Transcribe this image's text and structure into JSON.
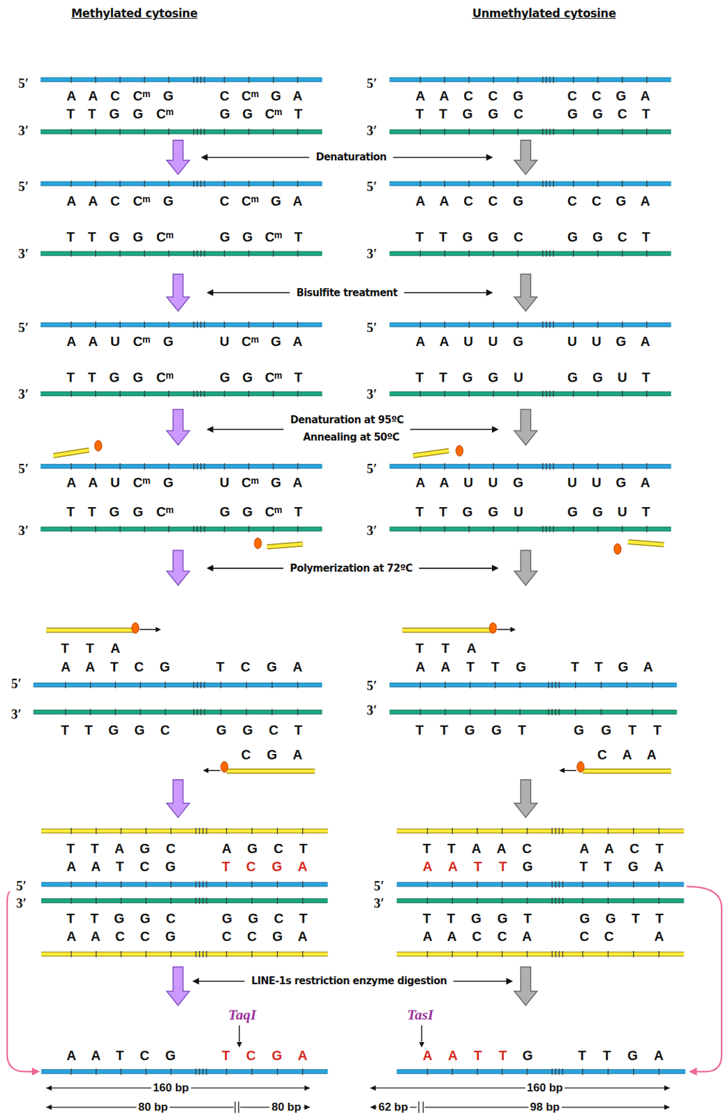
{
  "diagram": {
    "labels": [
      "Methylated cytosine",
      "Unmethylated cytosine",
      "5′",
      "A A C Cᵐ G",
      "C Cᵐ G A",
      "T T G G Cᵐ",
      "G G Cᵐ T",
      "3′",
      "5′",
      "A A C C G",
      "C C G A",
      "T T G G C",
      "G G C T",
      "3′",
      "Denaturation",
      "5′",
      "A A C Cᵐ G",
      "C Cᵐ G A",
      "T T G G Cᵐ",
      "G G Cᵐ T",
      "3′",
      "5′",
      "A A C C G",
      "C C G A",
      "T T G G C",
      "G G C T",
      "3′",
      "Bisulfite treatment",
      "5′",
      "A A U Cᵐ G",
      "U Cᵐ G A",
      "T T G G Cᵐ",
      "G G Cᵐ T",
      "3′",
      "5′",
      "A A U U G",
      "U U G A",
      "T T G G U",
      "G G U T",
      "3′",
      "Denaturation at 95ºC",
      "Annealing at 50ºC",
      "5′",
      "A A U Cᵐ G",
      "U Cᵐ G A",
      "T T G G Cᵐ",
      "G G Cᵐ T",
      "3′",
      "5′",
      "A A U U G",
      "U U G A",
      "T T G G U",
      "G G U T",
      "3′",
      "Polymerization at 72ºC",
      "T T A",
      "A A T C G",
      "T C G A",
      "5′",
      "3′",
      "T T G G C",
      "G G C T",
      "C G A",
      "T T A",
      "A A T T G",
      "T T G A",
      "5′",
      "3′",
      "T T G G T",
      "G G T T",
      "C A A",
      "T T A G C",
      "A G C T",
      "A A T C G",
      "T C G A",
      "5′",
      "3′",
      "T T G G C",
      "G G C T",
      "A A C C G",
      "C C G A",
      "T T A A C",
      "A A C T",
      "A A T T",
      "G",
      "T T G A",
      "5′",
      "3′",
      "T T G G T",
      "G G T T",
      "A A C C A",
      "C C",
      "A",
      "LINE-1s restriction enzyme digestion",
      "TaqI",
      "A A T C G",
      "T C G A",
      "160 bp",
      "80 bp",
      "80 bp",
      "TasI",
      "A A T T",
      "G",
      "T T G A",
      "160 bp",
      "62 bp",
      "98 bp"
    ]
  }
}
